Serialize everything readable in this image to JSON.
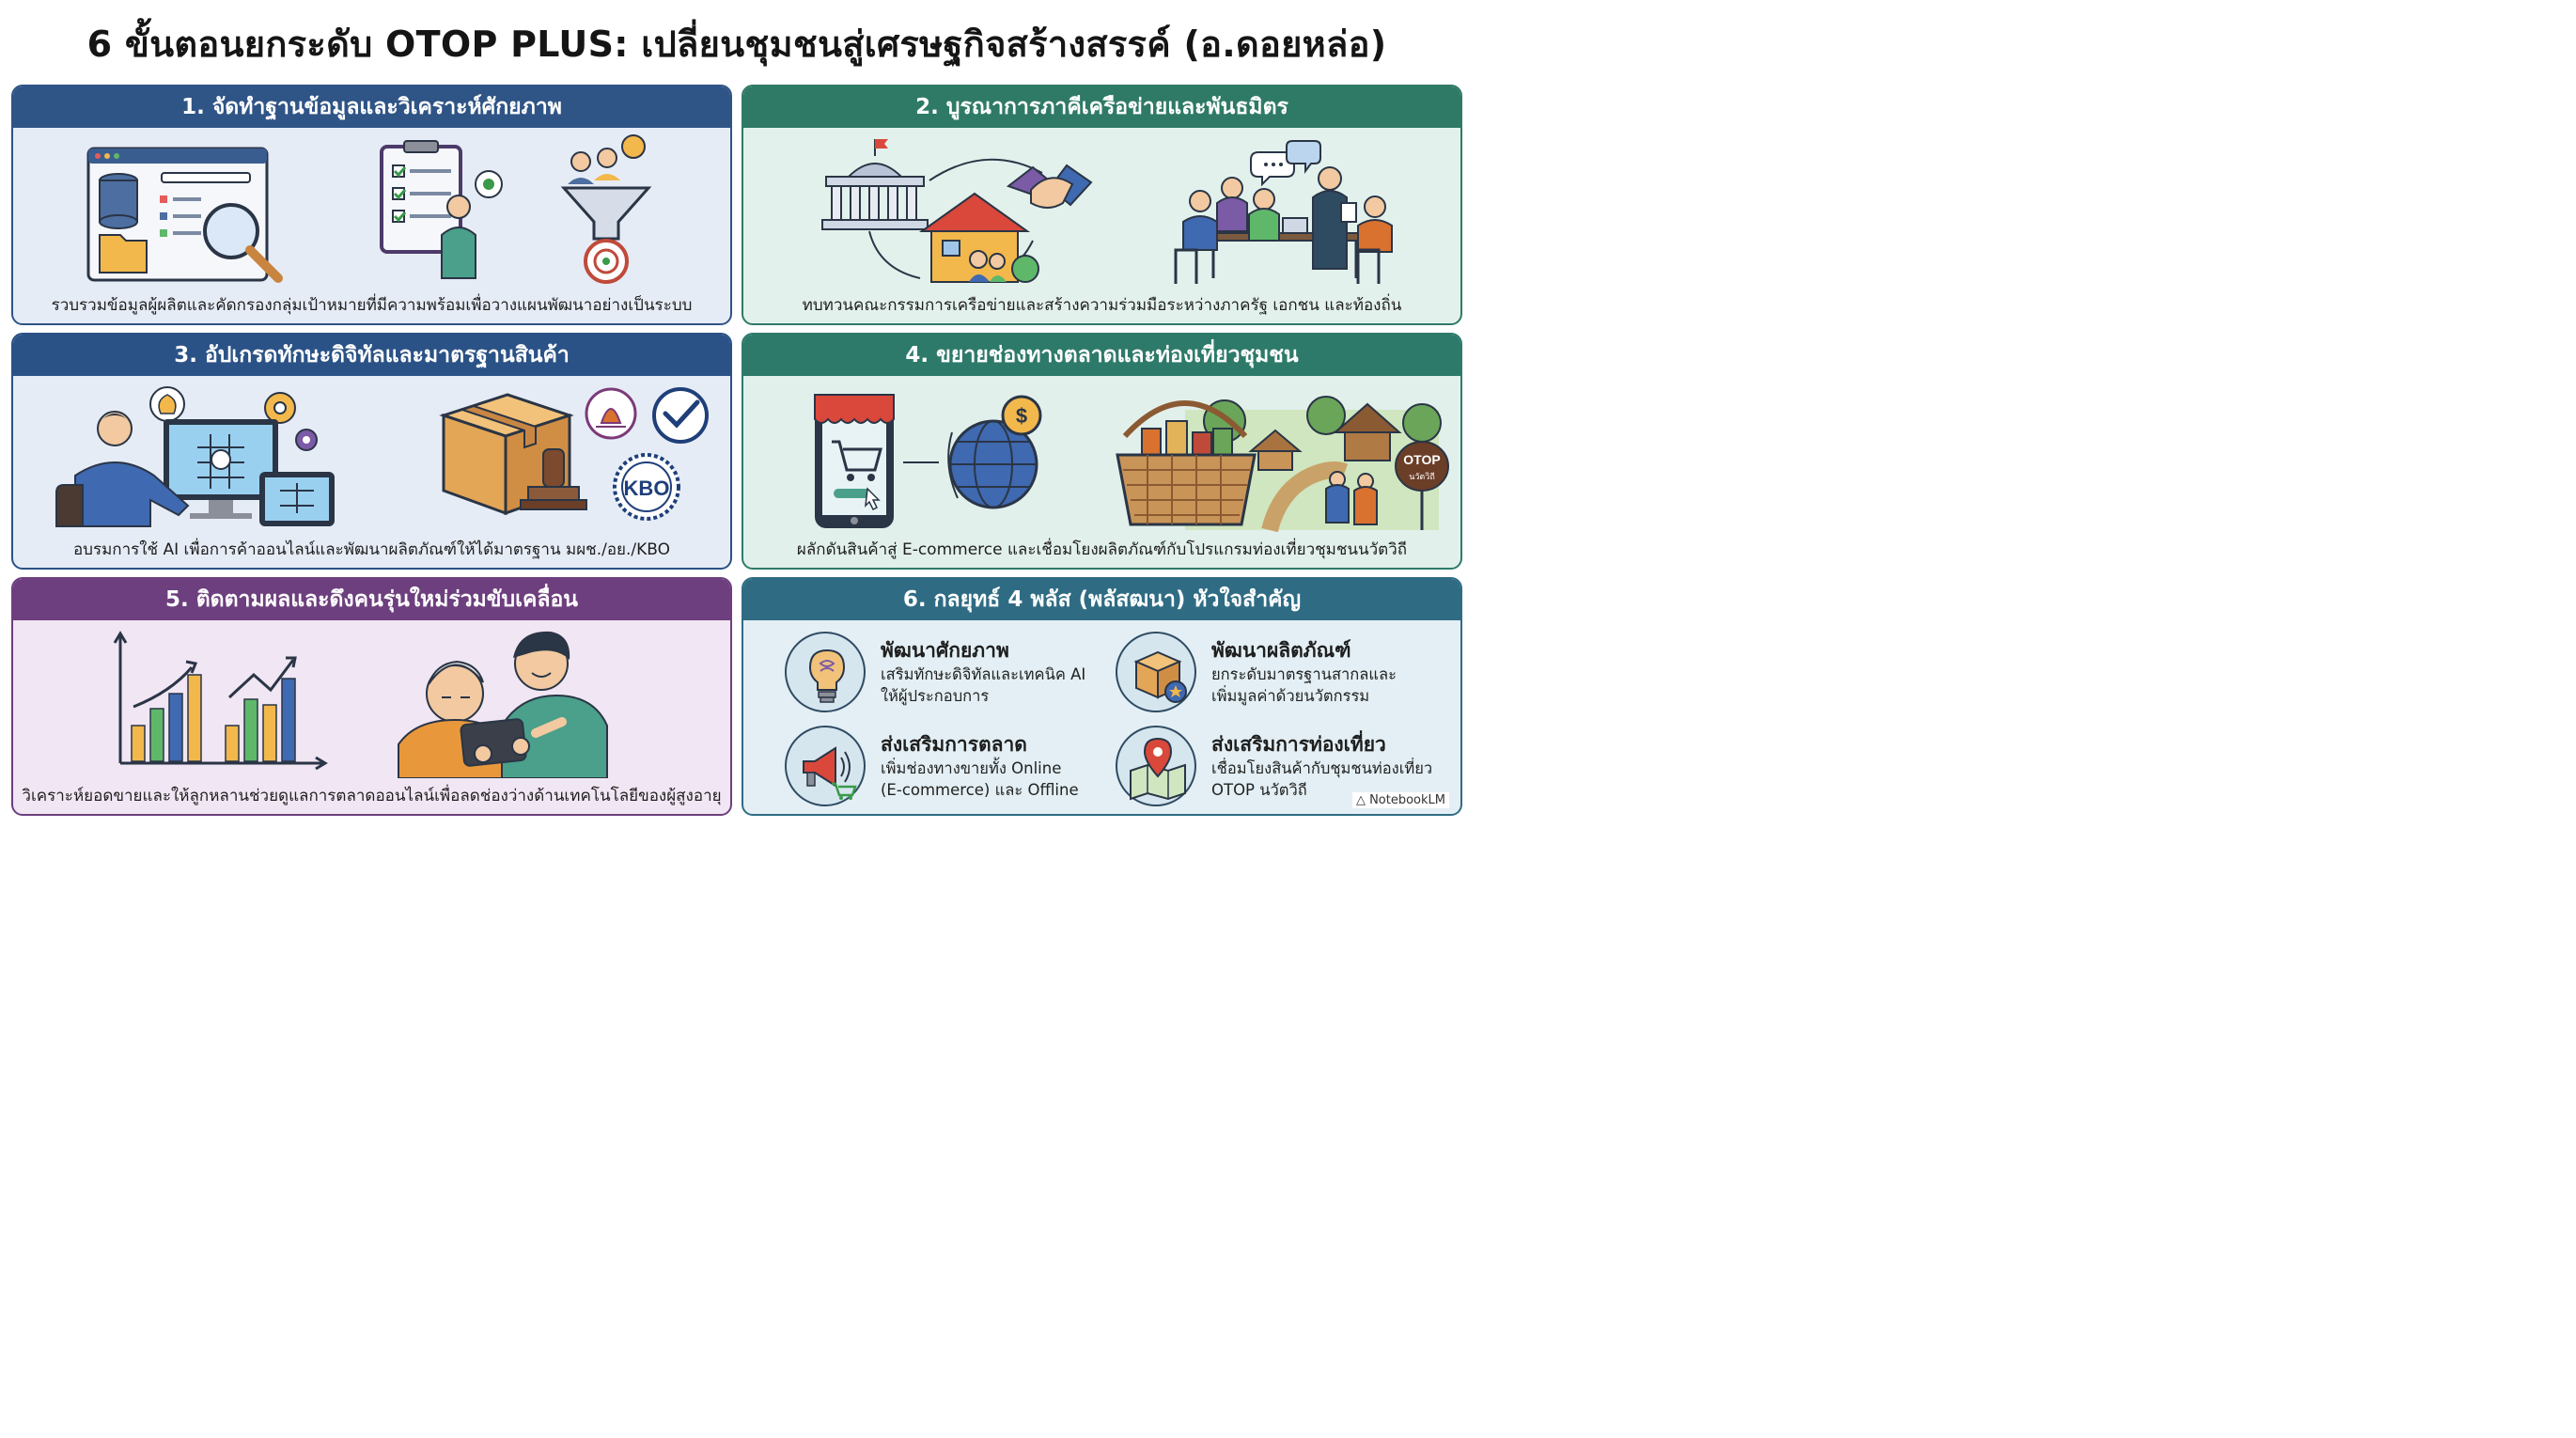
{
  "title": "6 ขั้นตอนยกระดับ OTOP PLUS: เปลี่ยนชุมชนสู่เศรษฐกิจสร้างสรรค์ (อ.ดอยหล่อ)",
  "panels": [
    {
      "heading": "1. จัดทำฐานข้อมูลและวิเคราะห์ศักยภาพ",
      "caption": "รวบรวมข้อมูลผู้ผลิตและคัดกรองกลุ่มเป้าหมายที่มีความพร้อมเพื่อวางแผนพัฒนาอย่างเป็นระบบ",
      "icons": [
        "database-search-icon",
        "checklist-person-icon",
        "filter-target-icon"
      ]
    },
    {
      "heading": "2. บูรณาการภาคีเครือข่ายและพันธมิตร",
      "caption": "ทบทวนคณะกรรมการเครือข่ายและสร้างความร่วมมือระหว่างภาครัฐ เอกชน และท้องถิ่น",
      "icons": [
        "government-building-icon",
        "handshake-icon",
        "community-house-icon",
        "meeting-group-icon"
      ]
    },
    {
      "heading": "3. อัปเกรดทักษะดิจิทัลและมาตรฐานสินค้า",
      "caption": "อบรมการใช้ AI เพื่อการค้าออนไลน์และพัฒนาผลิตภัณฑ์ให้ได้มาตรฐาน มผช./อย./KBO",
      "icons": [
        "computer-learner-icon",
        "product-box-stamp-icon",
        "standard-seal-icon",
        "fda-check-icon"
      ],
      "badge": "KBO"
    },
    {
      "heading": "4. ขยายช่องทางตลาดและท่องเที่ยวชุมชน",
      "caption": "ผลักดันสินค้าสู่ E-commerce และเชื่อมโยงผลิตภัณฑ์กับโปรแกรมท่องเที่ยวชุมชนนวัตวิถี",
      "icons": [
        "mobile-shop-icon",
        "globe-dollar-icon",
        "product-basket-icon",
        "village-tourism-icon"
      ],
      "sign_line1": "OTOP",
      "sign_line2": "นวัตวิถี"
    },
    {
      "heading": "5. ติดตามผลและดึงคนรุ่นใหม่ร่วมขับเคลื่อน",
      "caption": "วิเคราะห์ยอดขายและให้ลูกหลานช่วยดูแลการตลาดออนไลน์เพื่อลดช่องว่างด้านเทคโนโลยีของผู้สูงอายุ",
      "icons": [
        "growth-bar-chart-icon",
        "generations-tablet-icon"
      ]
    },
    {
      "heading": "6. กลยุทธ์ 4 พลัส (พลัสฒนา) หัวใจสำคัญ",
      "pillars": [
        {
          "title": "พัฒนาศักยภาพ",
          "desc1": "เสริมทักษะดิจิทัลและเทคนิค AI",
          "desc2": "ให้ผู้ประกอบการ",
          "icon": "lightbulb-brain-icon"
        },
        {
          "title": "พัฒนาผลิตภัณฑ์",
          "desc1": "ยกระดับมาตรฐานสากลและ",
          "desc2": "เพิ่มมูลค่าด้วยนวัตกรรม",
          "icon": "product-star-icon"
        },
        {
          "title": "ส่งเสริมการตลาด",
          "desc1": "เพิ่มช่องทางขายทั้ง Online",
          "desc2": "(E-commerce) และ Offline",
          "icon": "megaphone-cart-icon"
        },
        {
          "title": "ส่งเสริมการท่องเที่ยว",
          "desc1": "เชื่อมโยงสินค้ากับชุมชนท่องเที่ยว",
          "desc2": "OTOP นวัตวิถี",
          "icon": "map-pin-icon"
        }
      ]
    }
  ],
  "brand": "NotebookLM"
}
